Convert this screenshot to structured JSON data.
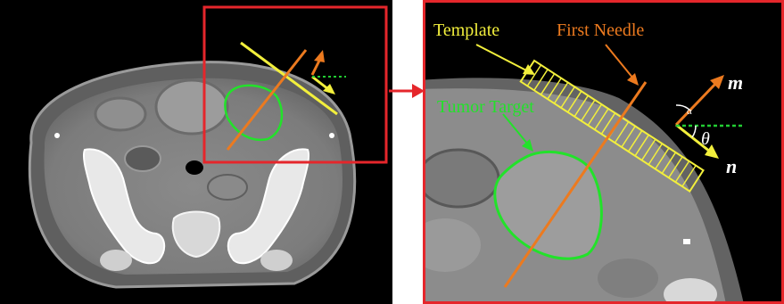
{
  "labels": {
    "template": "Template",
    "first_needle": "First Needle",
    "tumor_target": "Tumor Target",
    "m_axis": "m",
    "n_axis": "n",
    "alpha": "α",
    "theta": "θ"
  },
  "colors": {
    "template": "#f2ef3c",
    "needle": "#ec7a1f",
    "tumor": "#22e22a",
    "dashed_reference": "#22cc33",
    "zoom_frame": "#e5262b",
    "background": "#000000"
  },
  "icons": {
    "zoom_arrow": "arrow-right-icon"
  }
}
